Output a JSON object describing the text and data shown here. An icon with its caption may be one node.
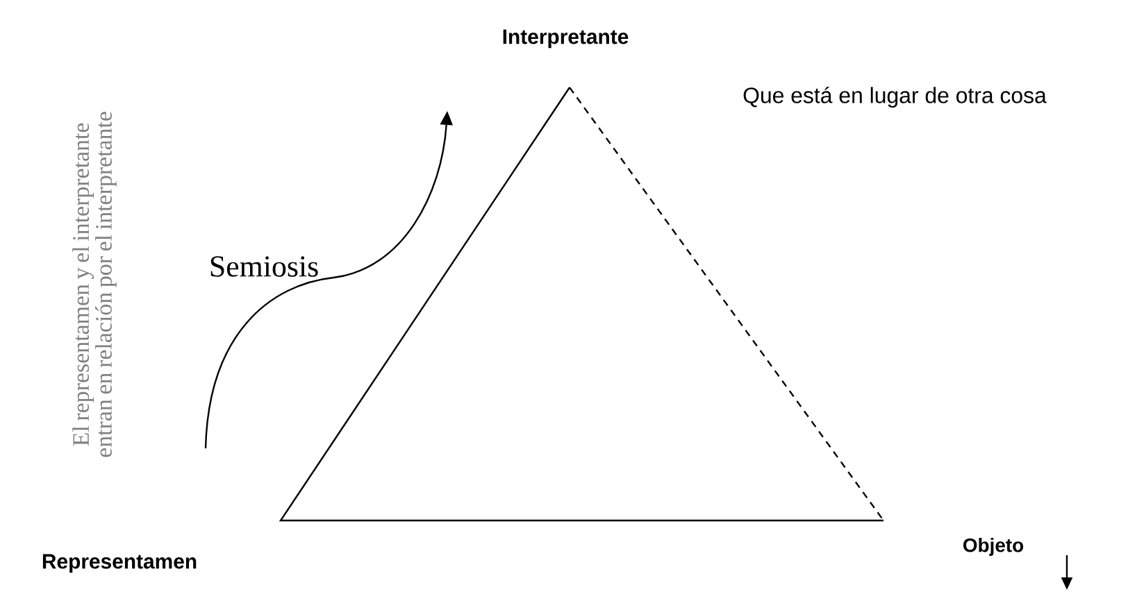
{
  "diagram": {
    "labels": [
      "Interpretante",
      "Que está en lugar de otra cosa",
      "El representamen y el interpretante entran en relación por el interpretante",
      "Semiosis",
      "Representamen",
      "Objeto"
    ]
  }
}
